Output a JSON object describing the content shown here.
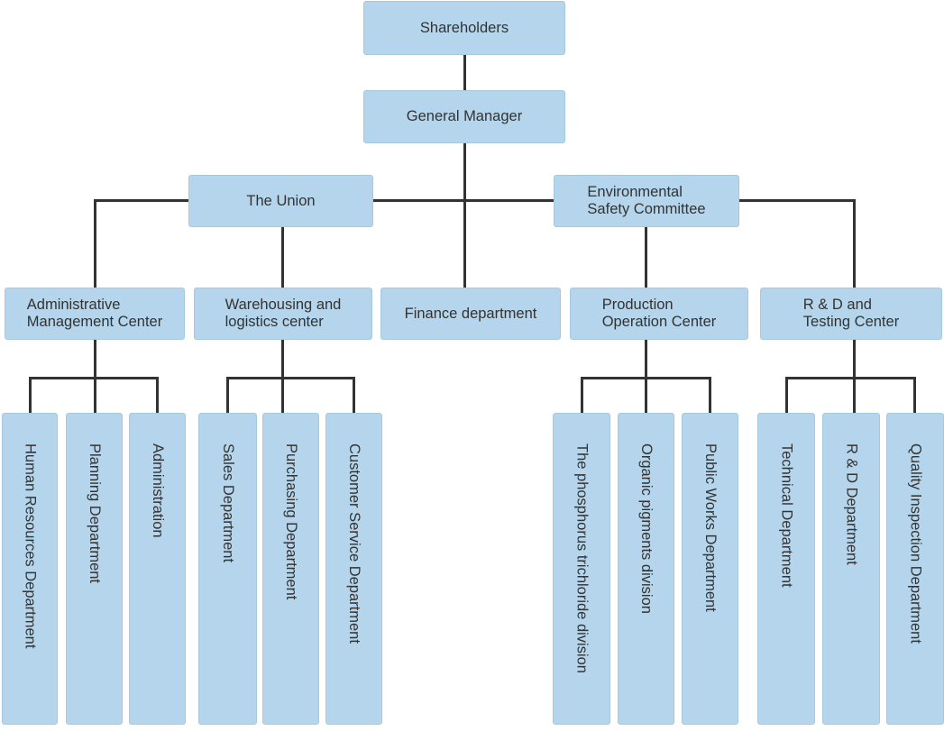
{
  "diagram": {
    "type": "org-chart",
    "colors": {
      "node_fill": "#b4d5eb",
      "node_border": "#a6c9df",
      "connector": "#333333",
      "text": "#333333",
      "background": "#ffffff"
    },
    "nodes": {
      "shareholders": {
        "label": "Shareholders",
        "parent": null
      },
      "general_manager": {
        "label": "General Manager",
        "parent": "shareholders"
      },
      "the_union": {
        "label": "The Union",
        "parent": "general_manager"
      },
      "environmental_safety_committee": {
        "label": [
          "Environmental",
          "Safety Committee"
        ],
        "parent": "general_manager"
      },
      "administrative_management_center": {
        "label": [
          "Administrative",
          "Management Center"
        ],
        "parent": "general_manager"
      },
      "warehousing_logistics_center": {
        "label": [
          "Warehousing and",
          "logistics center"
        ],
        "parent": "the_union"
      },
      "finance_department": {
        "label": "Finance department",
        "parent": "general_manager"
      },
      "production_operation_center": {
        "label": [
          "Production",
          "Operation Center"
        ],
        "parent": "environmental_safety_committee"
      },
      "rd_testing_center": {
        "label": [
          "R & D and",
          "Testing Center"
        ],
        "parent": "general_manager"
      },
      "human_resources_department": {
        "label": "Human Resources Department",
        "parent": "administrative_management_center"
      },
      "planning_department": {
        "label": "Planning Department",
        "parent": "administrative_management_center"
      },
      "administration": {
        "label": "Administration",
        "parent": "administrative_management_center"
      },
      "sales_department": {
        "label": "Sales Department",
        "parent": "warehousing_logistics_center"
      },
      "purchasing_department": {
        "label": "Purchasing Department",
        "parent": "warehousing_logistics_center"
      },
      "customer_service_department": {
        "label": "Customer Service Department",
        "parent": "warehousing_logistics_center"
      },
      "phosphorus_trichloride_division": {
        "label": "The phosphorus trichloride division",
        "parent": "production_operation_center"
      },
      "organic_pigments_division": {
        "label": "Organic pigments division",
        "parent": "production_operation_center"
      },
      "public_works_department": {
        "label": "Public Works Department",
        "parent": "production_operation_center"
      },
      "technical_department": {
        "label": "Technical Department",
        "parent": "rd_testing_center"
      },
      "rd_department": {
        "label": "R & D Department",
        "parent": "rd_testing_center"
      },
      "quality_inspection_department": {
        "label": "Quality Inspection Department",
        "parent": "rd_testing_center"
      }
    }
  }
}
